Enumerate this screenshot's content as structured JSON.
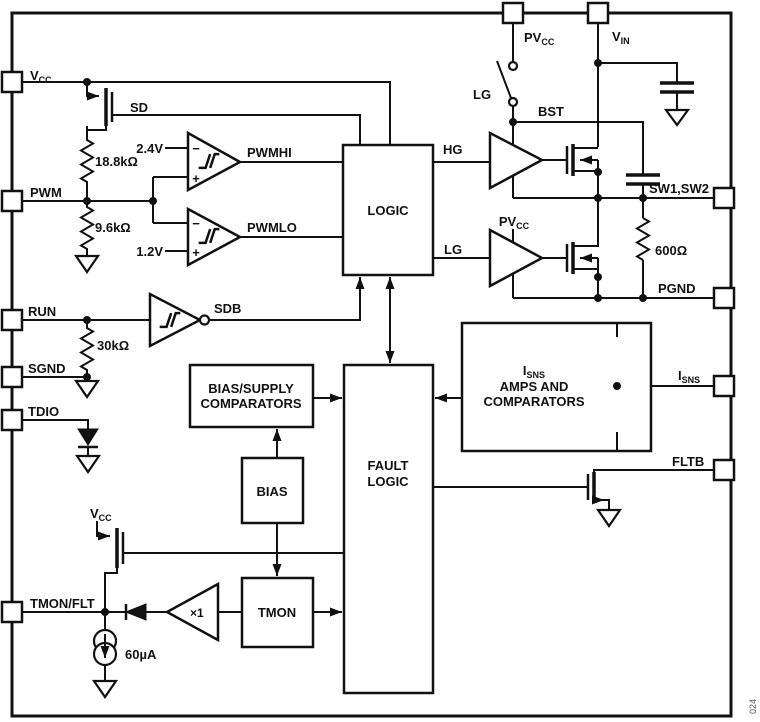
{
  "figure": {
    "id": "024"
  },
  "colors": {
    "ink": "#111111",
    "fig_id": "#555555",
    "background": "#ffffff"
  },
  "pins": {
    "vcc": {
      "main": "V",
      "sub": "CC"
    },
    "pwm": "PWM",
    "run": "RUN",
    "sgnd": "SGND",
    "tdio": "TDIO",
    "tmon_flt": "TMON/FLT",
    "pvcc": {
      "main": "PV",
      "sub": "CC"
    },
    "vin": {
      "main": "V",
      "sub": "IN"
    },
    "sw": "SW1,SW2",
    "pgnd": "PGND",
    "isns": {
      "main": "I",
      "sub": "SNS"
    },
    "fltb": "FLTB"
  },
  "blocks": {
    "logic": "LOGIC",
    "fault_logic": {
      "line1": "FAULT",
      "line2": "LOGIC"
    },
    "bias_supply": {
      "line1": "BIAS/SUPPLY",
      "line2": "COMPARATORS"
    },
    "bias": "BIAS",
    "tmon": "TMON",
    "isns_amps": {
      "line1_main": "I",
      "line1_sub": "SNS",
      "line2": "AMPS AND",
      "line3": "COMPARATORS"
    }
  },
  "signals": {
    "sd": "SD",
    "sdb": "SDB",
    "pwmhi": "PWMHI",
    "pwmlo": "PWMLO",
    "hg": "HG",
    "lg": "LG",
    "lg_switch": "LG",
    "bst": "BST",
    "pvcc_driver": {
      "main": "PV",
      "sub": "CC"
    },
    "vcc_internal": {
      "main": "V",
      "sub": "CC"
    }
  },
  "values": {
    "vref_hi": "2.4V",
    "vref_lo": "1.2V",
    "r_pwm_up": "18.8kΩ",
    "r_pwm_dn": "9.6kΩ",
    "r_run": "30kΩ",
    "r_sw": "600Ω",
    "i_pullup": "60µA",
    "gain": "×1",
    "minus": "−",
    "plus": "+"
  }
}
